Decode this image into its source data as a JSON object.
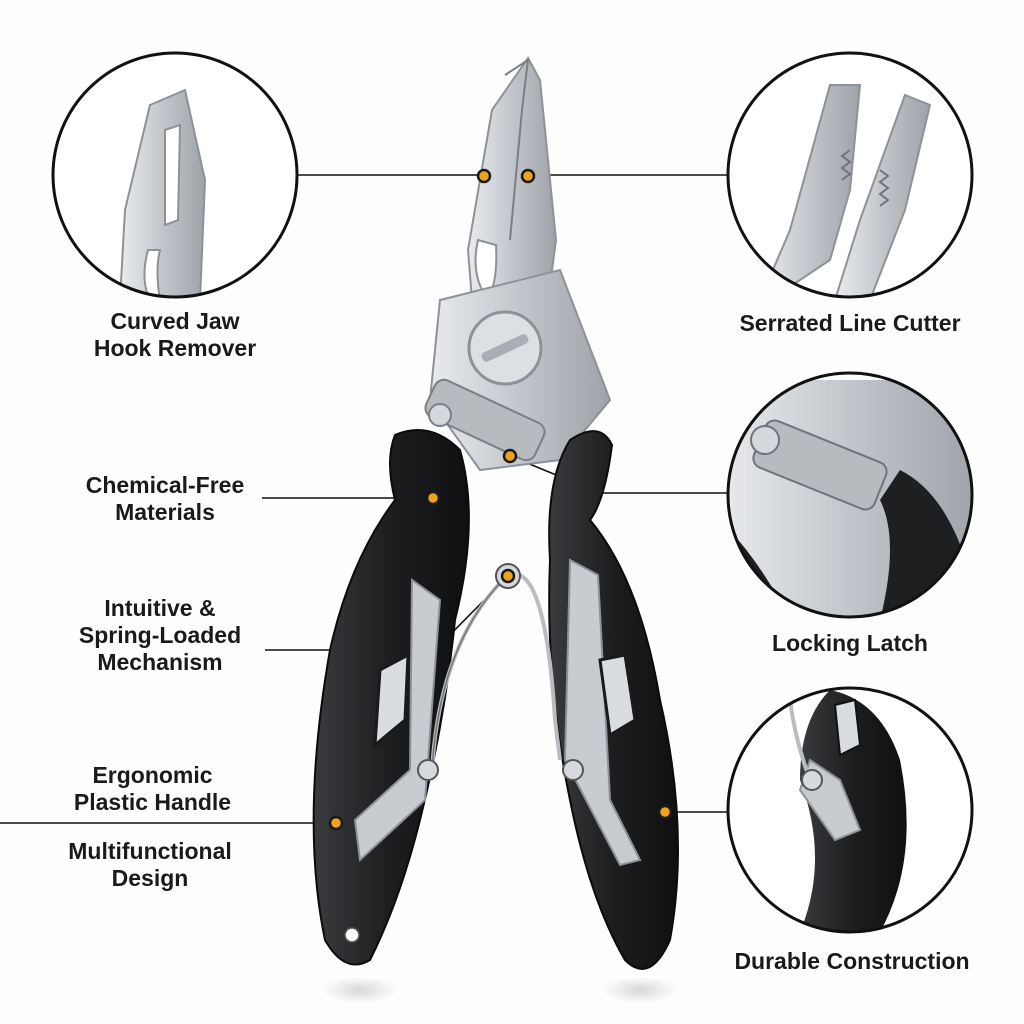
{
  "features": {
    "curved_jaw": {
      "lines": [
        "Curved Jaw",
        "Hook Remover"
      ]
    },
    "line_cutter": {
      "lines": [
        "Serrated Line Cutter"
      ]
    },
    "chemical_free": {
      "lines": [
        "Chemical-Free",
        "Materials"
      ]
    },
    "locking_latch": {
      "lines": [
        "Locking Latch"
      ]
    },
    "spring_loaded": {
      "lines": [
        "Intuitive &",
        "Spring-Loaded",
        "Mechanism"
      ]
    },
    "ergonomic": {
      "lines": [
        "Ergonomic",
        "Plastic Handle"
      ]
    },
    "multifunctional": {
      "lines": [
        "Multifunctional",
        "Design"
      ]
    },
    "durable": {
      "lines": [
        "Durable Construction"
      ]
    }
  },
  "colors": {
    "steel": "#c9ccd0",
    "steel_dark": "#8d9298",
    "handle": "#1e1f21",
    "marker": "#f0a21a",
    "line": "#111111"
  }
}
